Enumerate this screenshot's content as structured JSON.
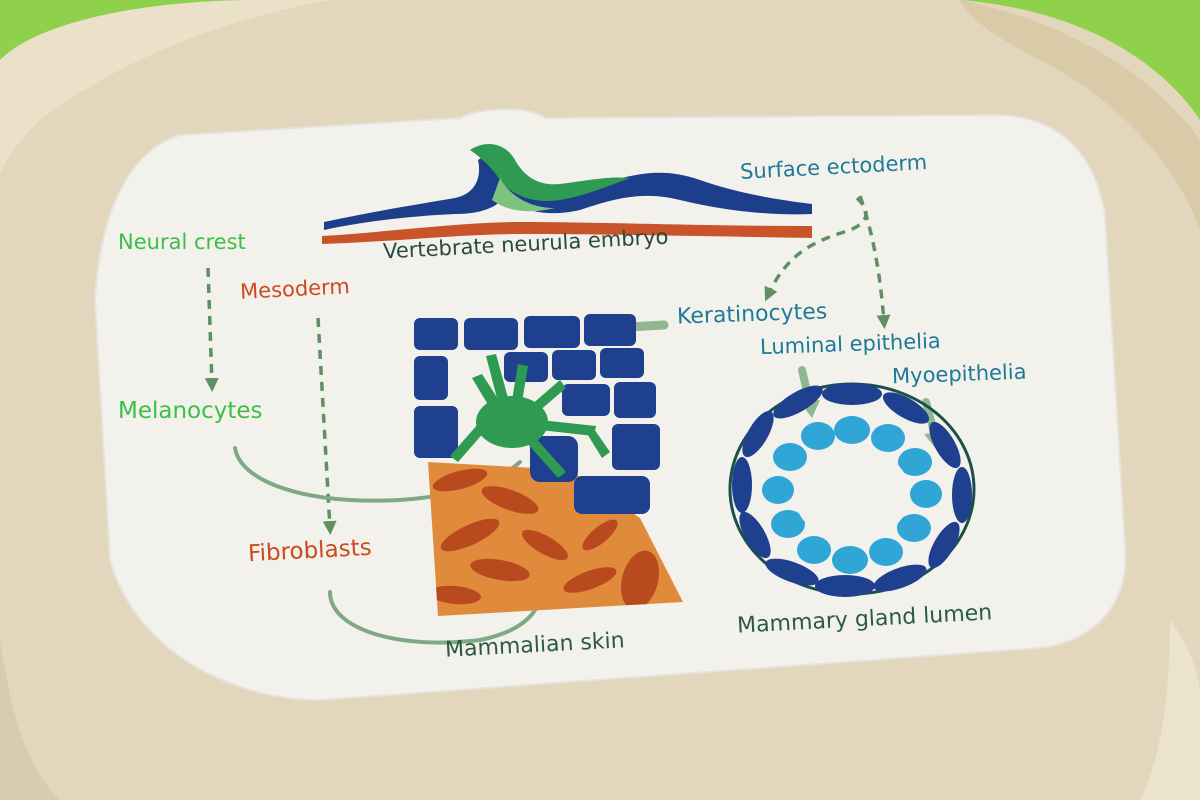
{
  "labels": {
    "neural_crest": "Neural crest",
    "mesoderm": "Mesoderm",
    "melanocytes": "Melanocytes",
    "fibroblasts": "Fibroblasts",
    "vertebrate_neurula_embryo": "Vertebrate neurula embryo",
    "surface_ectoderm": "Surface ectoderm",
    "keratinocytes": "Keratinocytes",
    "luminal_epithelia": "Luminal epithelia",
    "myoepithelia": "Myoepithelia",
    "mammalian_skin": "Mammalian skin",
    "mammary_gland_lumen": "Mammary gland lumen"
  },
  "colors": {
    "neural_crest_green": "#3cbf45",
    "mesoderm_orange": "#cc4a1c",
    "ectoderm_blue": "#1e7a96",
    "keratinocyte_navy": "#1f3f8f",
    "luminal_cyan": "#2fa6d6",
    "dermis_tan": "#e08a3c",
    "card_white": "#f2f1ec",
    "cake_beige": "#e2d6bc",
    "background_green": "#8fd14a"
  }
}
